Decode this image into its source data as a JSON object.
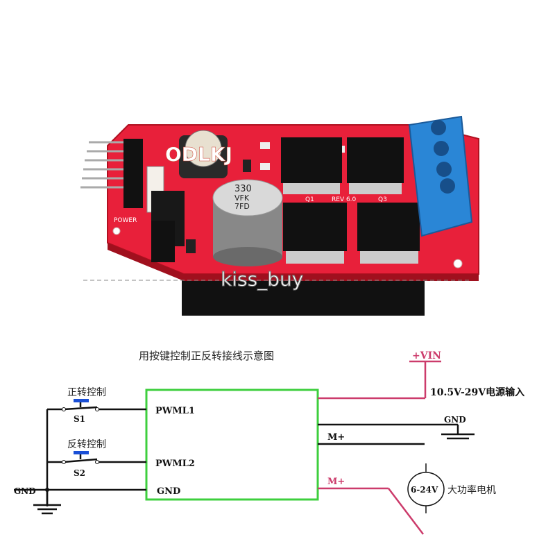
{
  "photo": {
    "brand_mark": "ODLKJ",
    "capacitor_label": [
      "330",
      "VFK",
      "7FD"
    ],
    "revision_text": "REV 6.0",
    "q1_text": "Q1",
    "q3_text": "Q3",
    "power_text": "POWER",
    "watermark": "kiss_buy"
  },
  "schematic": {
    "title": "用按键控制正反转接线示意图",
    "forward_label": "正转控制",
    "reverse_label": "反转控制",
    "s1_label": "S1",
    "s2_label": "S2",
    "pwml1_label": "PWML1",
    "pwml2_label": "PWML2",
    "gnd_module_label": "GND",
    "gnd_left_label": "GND",
    "gnd_right_label": "GND",
    "vin_label": "+VIN",
    "vin_range_label": "10.5V-29V电源输入",
    "m_plus_1_label": "M+",
    "m_plus_2_label": "M+",
    "motor_voltage_label": "6-24V",
    "motor_desc_label": "大功率电机",
    "colors": {
      "module_border": "#3ecf3e",
      "red_wire": "#cc3b6b",
      "board": "#e8203a",
      "terminal": "#2a86d6"
    }
  }
}
